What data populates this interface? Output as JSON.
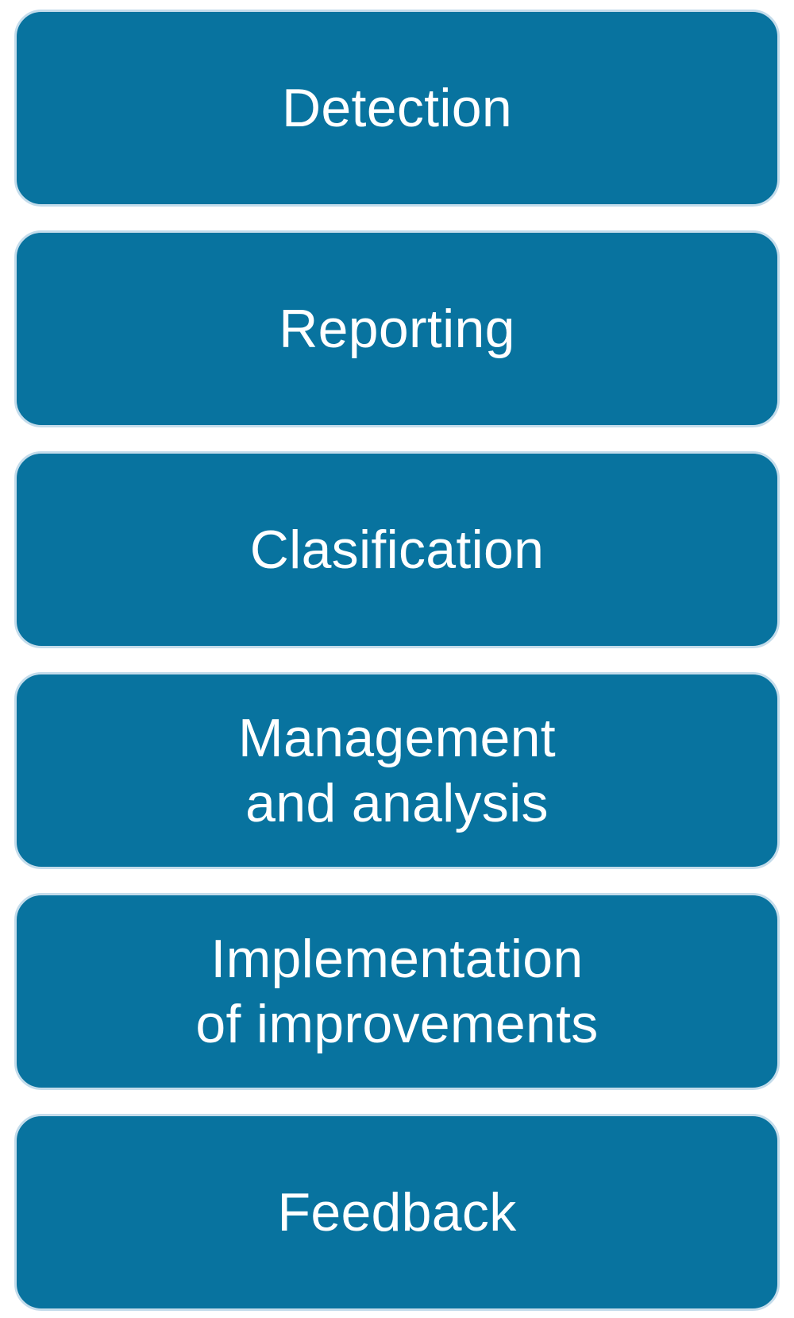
{
  "colors": {
    "box": "#08739f",
    "border": "#c4dceb",
    "text": "#ffffff"
  },
  "steps": [
    {
      "label": "Detection"
    },
    {
      "label": "Reporting"
    },
    {
      "label": "Clasification"
    },
    {
      "label": "Management\nand analysis"
    },
    {
      "label": "Implementation\nof improvements"
    },
    {
      "label": "Feedback"
    }
  ]
}
